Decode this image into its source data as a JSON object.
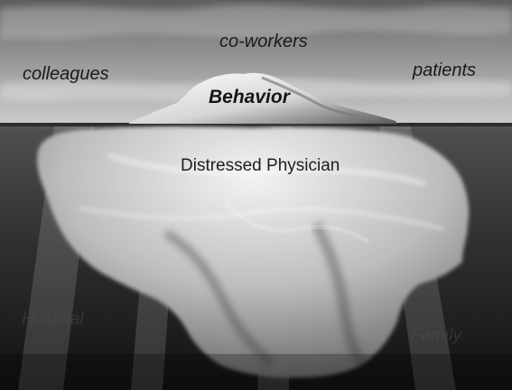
{
  "labels": {
    "top": "co-workers",
    "left": "colleagues",
    "right": "patients",
    "tip": "Behavior",
    "center": "Distressed Physician",
    "bottom_left": "Hospital",
    "bottom_right": "Family"
  },
  "colors": {
    "sky_top": "#5d5d5d",
    "sky_bottom": "#b8b8b8",
    "water_top": "#3f3f3f",
    "water_bottom": "#111111",
    "ice": "#e8e8e8"
  }
}
